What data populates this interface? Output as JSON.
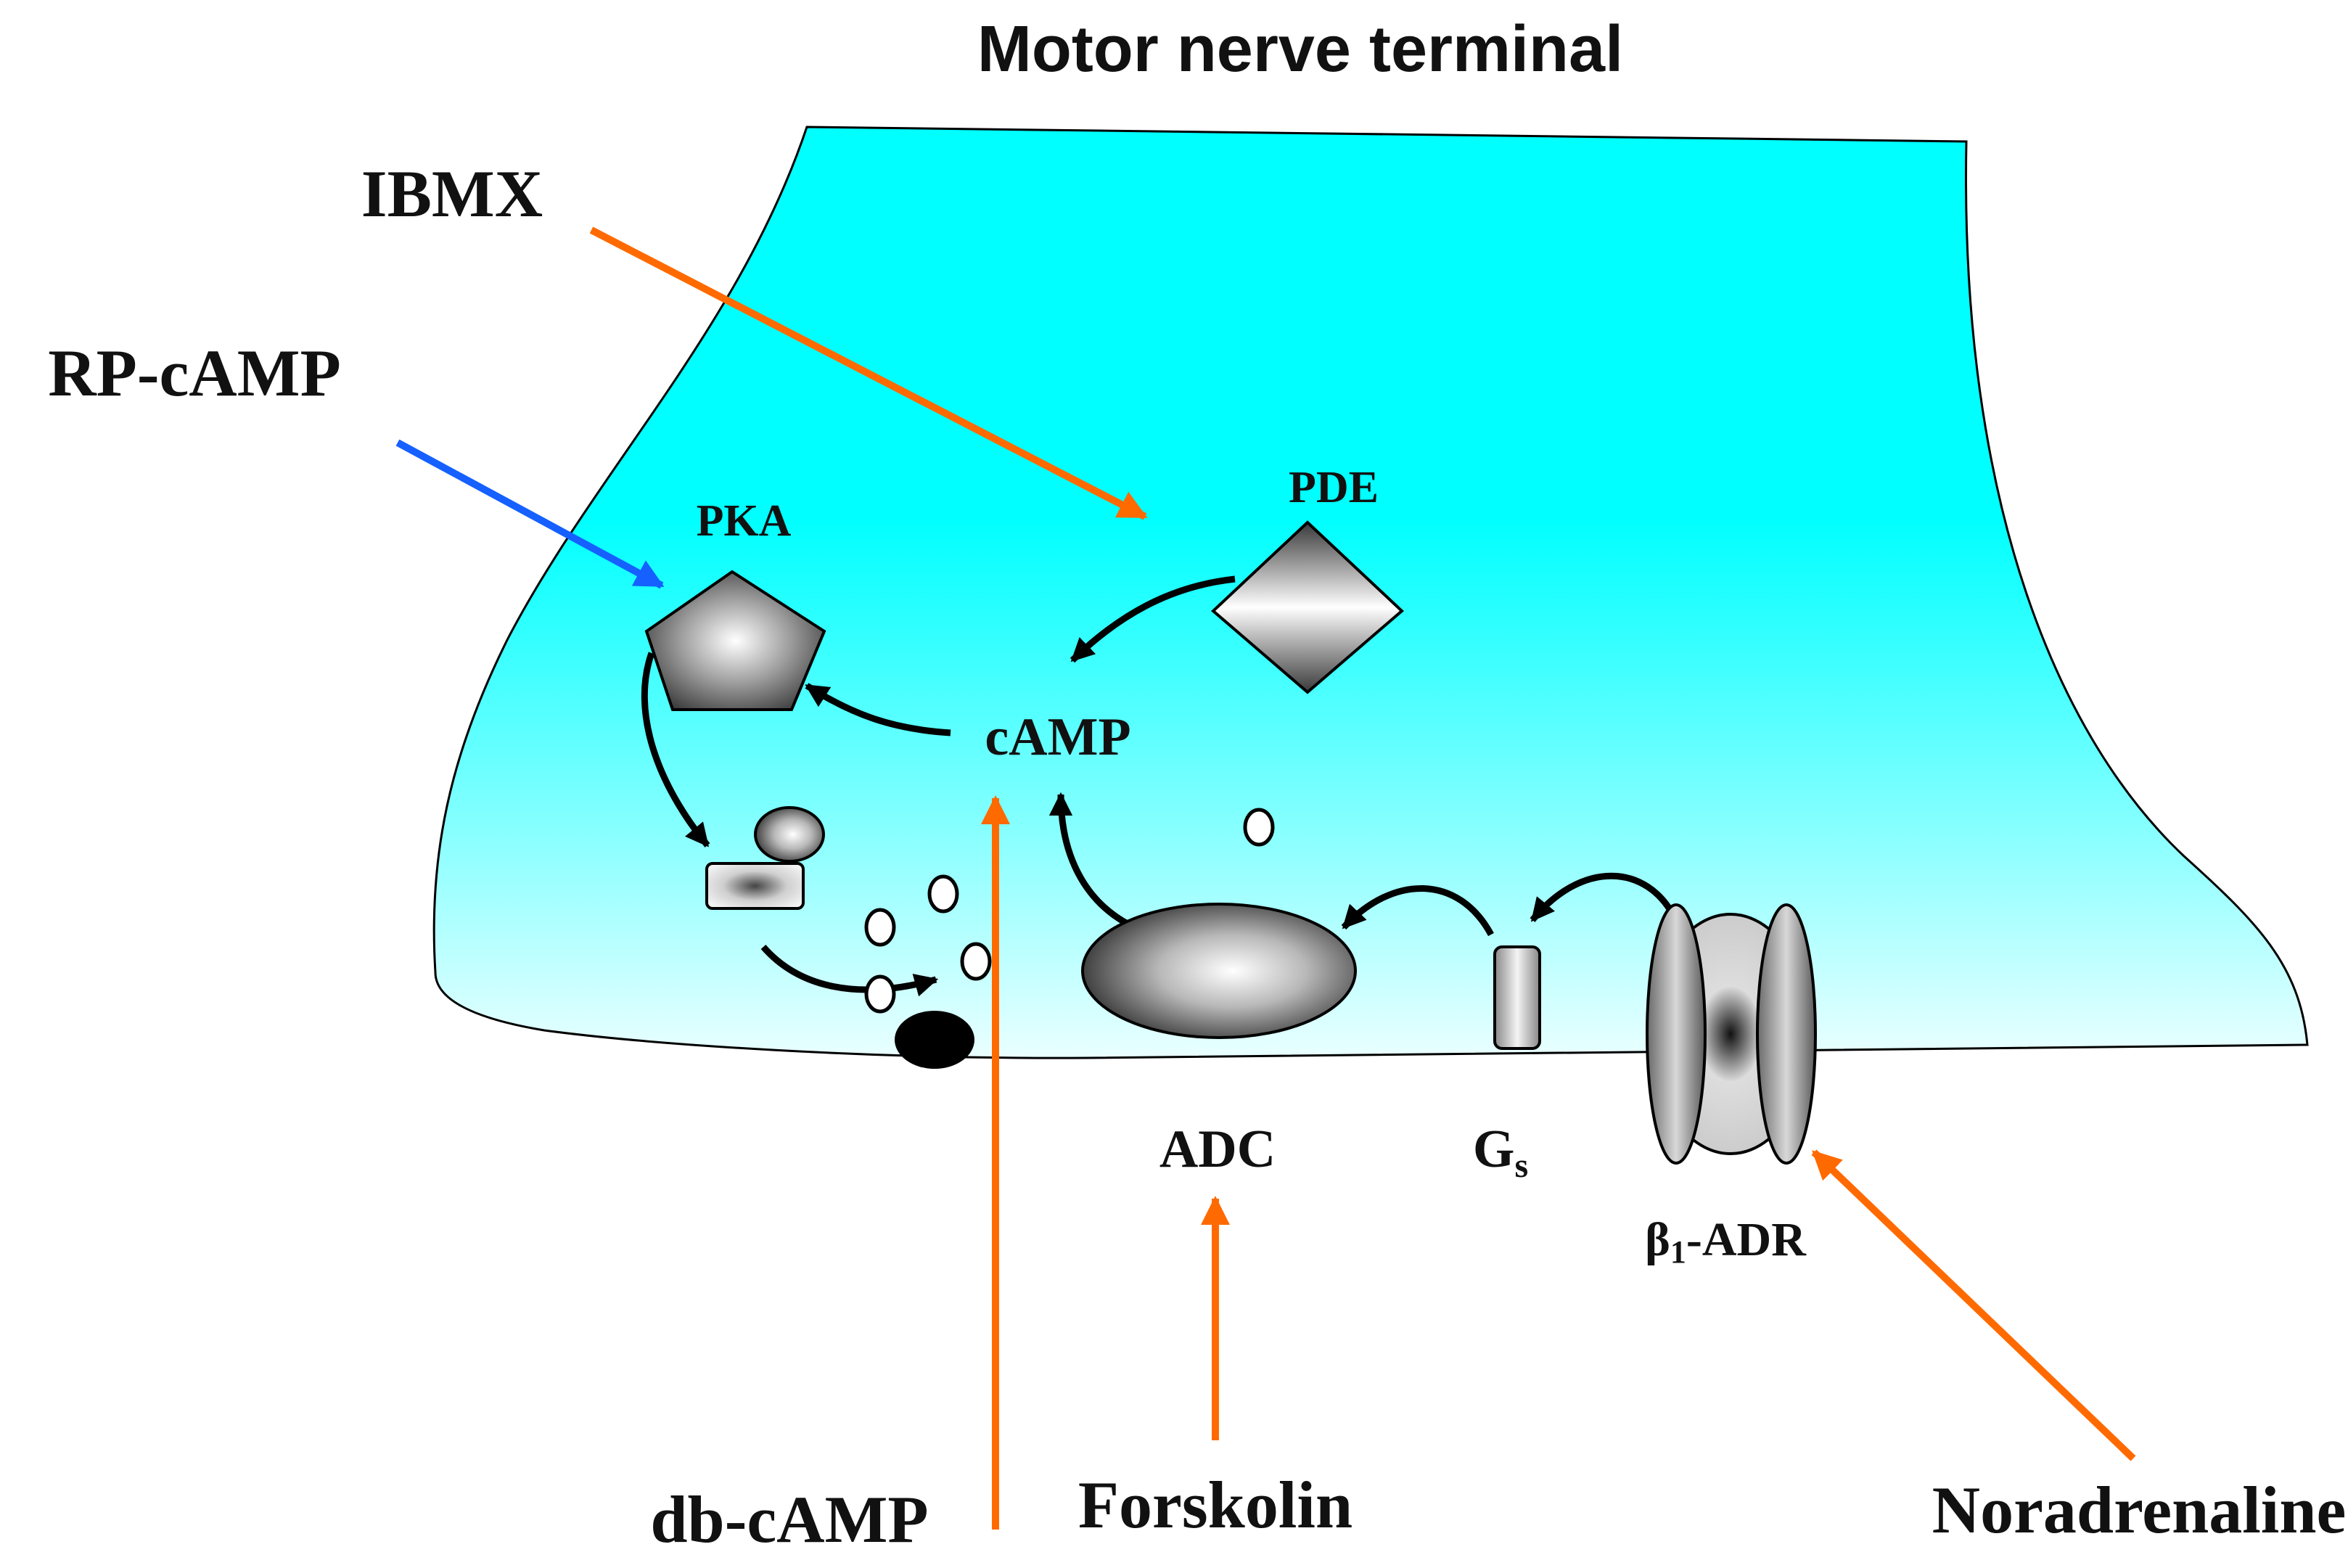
{
  "title": "Motor nerve terminal",
  "drugs": {
    "ibmx": "IBMX",
    "rp_camp": "RP-cAMP",
    "db_camp": "db-cAMP",
    "forskolin": "Forskolin",
    "noradrenaline": "Noradrenaline"
  },
  "components": {
    "pka": "PKA",
    "pde": "PDE",
    "camp": "cAMP",
    "adc": "ADC",
    "gs_main": "G",
    "gs_sub": "s",
    "adr_beta": "β",
    "adr_sub": "1",
    "adr_rest": "-ADR"
  },
  "colors": {
    "terminal_top": "#00ffff",
    "terminal_bottom": "#eaffff",
    "drug_arrow": "#ff6a00",
    "antagonist_arrow": "#1560ff",
    "signal_arrow": "#000000"
  }
}
